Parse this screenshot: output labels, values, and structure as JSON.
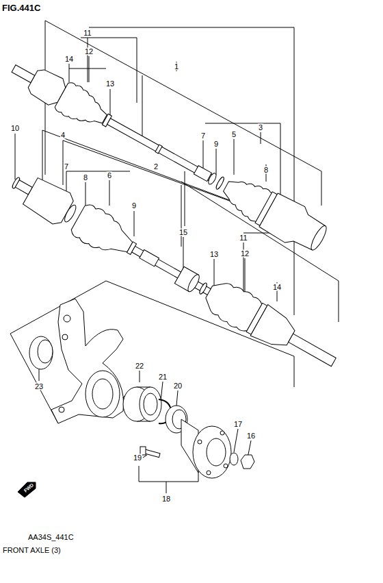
{
  "diagram": {
    "title": "FIG.441C",
    "caption": "FRONT AXLE (3)",
    "labels": [
      "11",
      "12",
      "14",
      "13",
      "1",
      "3",
      "7",
      "9",
      "5",
      "8",
      "10",
      "4",
      "2",
      "7",
      "8",
      "6",
      "9",
      "15",
      "11",
      "12",
      "13",
      "14",
      "22",
      "21",
      "20",
      "23",
      "17",
      "16",
      "19",
      "18",
      "FWD",
      "AA34S_441C"
    ]
  }
}
